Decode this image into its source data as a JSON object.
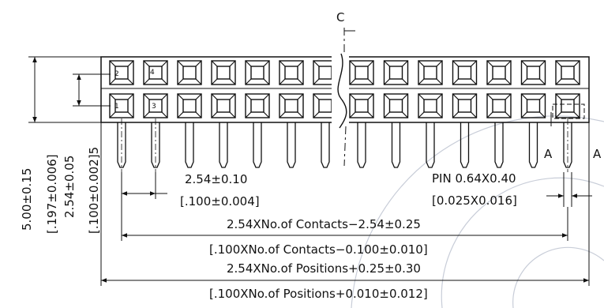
{
  "colors": {
    "ink": "#111111",
    "watermark": "#c8cdd8",
    "background": "#ffffff"
  },
  "drawing": {
    "centerline_symbol": "C",
    "pin_numbers": [
      "2",
      "4",
      "1",
      "3"
    ],
    "pin_spec": "PIN 0.64X0.40",
    "pin_spec_inch": "[0.025X0.016]",
    "section_label_left": "A",
    "section_label_right": "A",
    "pitch": "2.54±0.10",
    "pitch_inch": "[.100±0.004]",
    "contacts_span": "2.54XNo.of Contacts−2.54±0.25",
    "contacts_span_inch": "[.100XNo.of Contacts−0.100±0.010]",
    "positions_span": "2.54XNo.of Positions+0.25±0.30",
    "positions_span_inch": "[.100XNo.of Positions+0.010±0.012]",
    "height": "5.00±0.15",
    "height_inch": "[.197±0.006]",
    "row_pitch": "2.54±0.05",
    "row_pitch_inch": "[.100±0.002]5"
  }
}
